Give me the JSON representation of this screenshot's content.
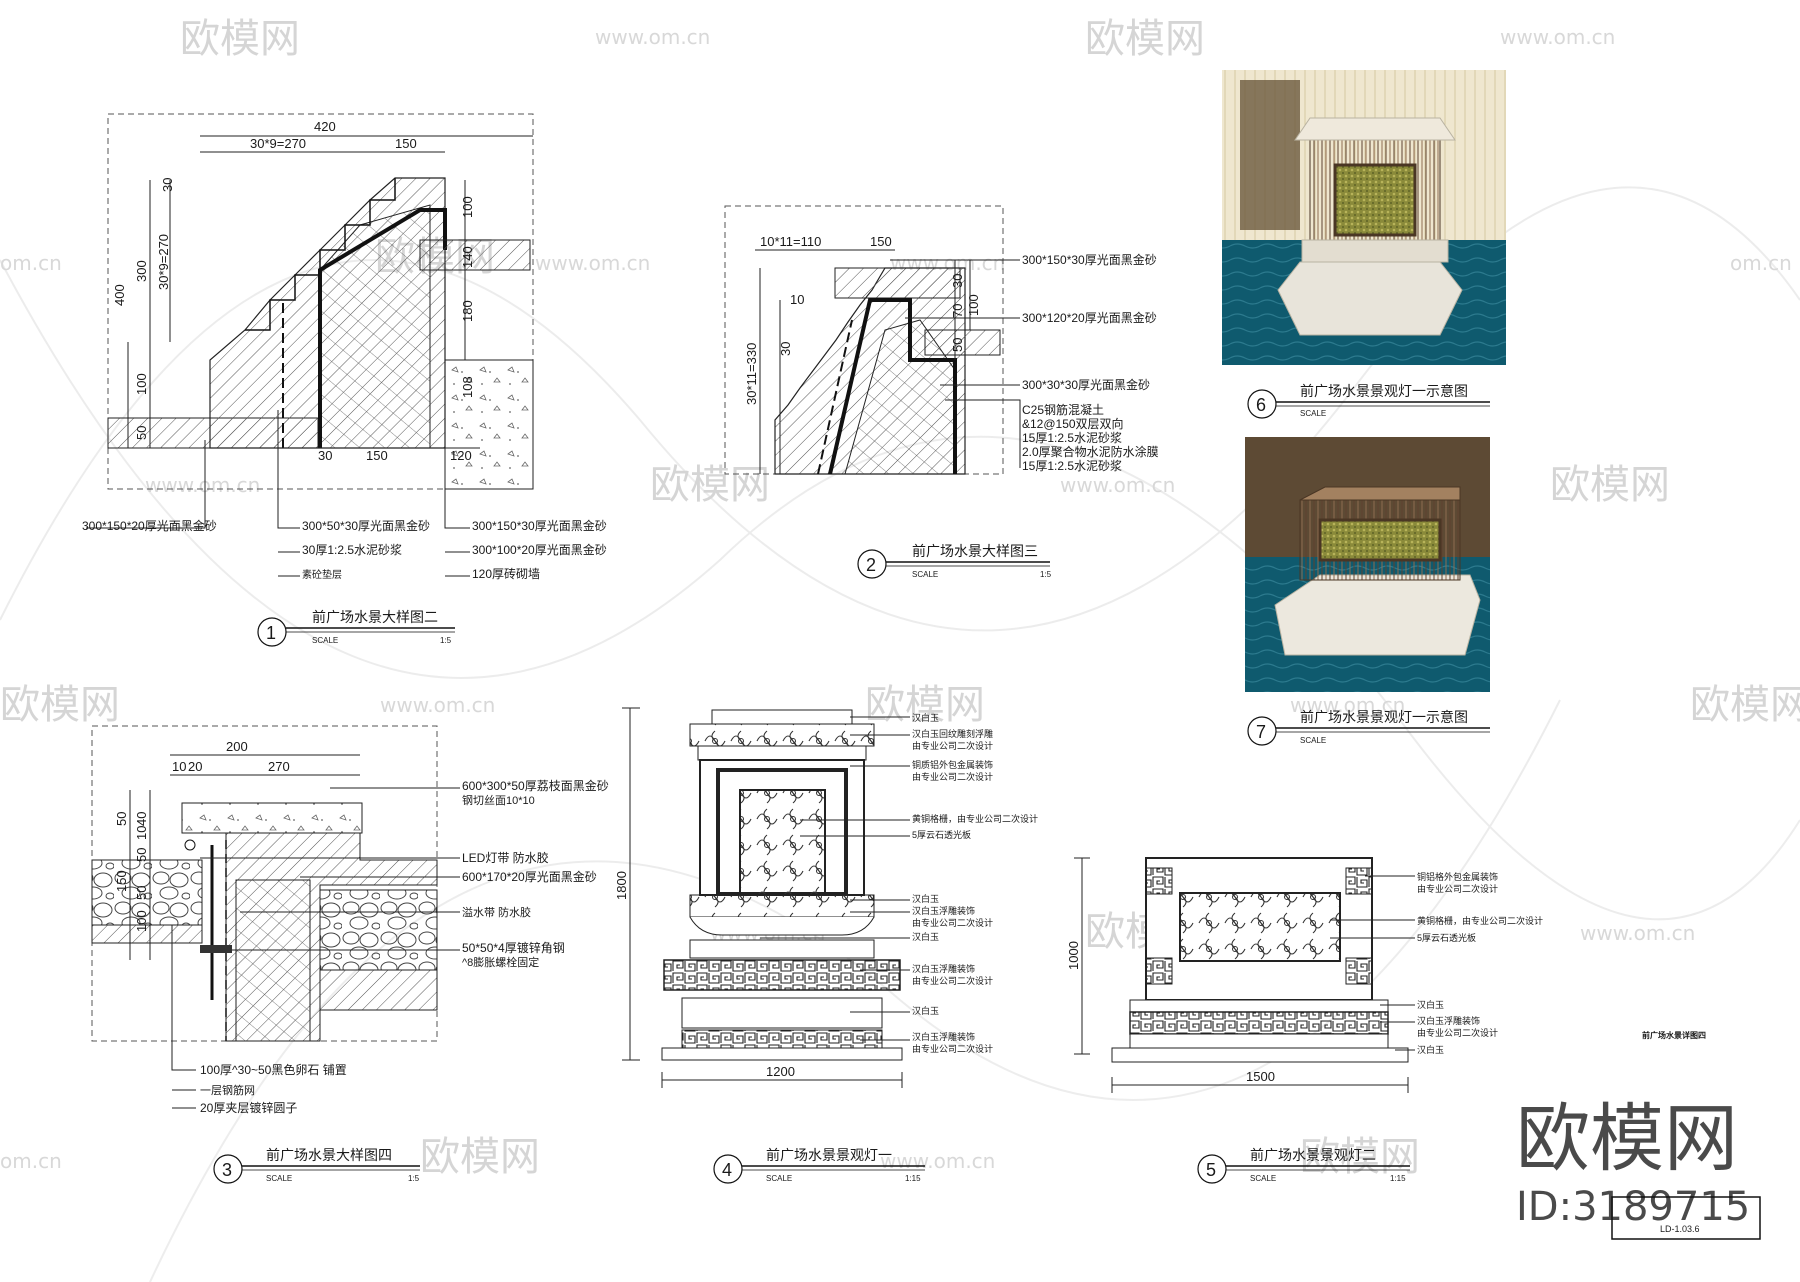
{
  "watermark": {
    "brand": "欧模网",
    "url": "www.om.cn",
    "url_short": "om.cn"
  },
  "detail_1": {
    "number": "1",
    "title": "前广场水景大样图二",
    "scale_label": "SCALE",
    "scale": "1:5",
    "dims": [
      "420",
      "30*9=270",
      "150",
      "30",
      "100",
      "400",
      "300",
      "30*9=270",
      "100",
      "50",
      "180",
      "108",
      "30",
      "150",
      "120",
      "140"
    ],
    "notes": [
      "300*150*20厚光面黑金砂",
      "300*50*30厚光面黑金砂",
      "30厚1:2.5水泥砂浆",
      "素砼垫层",
      "300*150*30厚光面黑金砂",
      "300*100*20厚光面黑金砂",
      "120厚砖砌墙"
    ]
  },
  "detail_2": {
    "number": "2",
    "title": "前广场水景大样图三",
    "scale_label": "SCALE",
    "scale": "1:5",
    "dims": [
      "10*11=110",
      "150",
      "30",
      "70",
      "100",
      "50",
      "10",
      "30",
      "30*11=330"
    ],
    "notes": [
      "300*150*30厚光面黑金砂",
      "300*120*20厚光面黑金砂",
      "300*30*30厚光面黑金砂",
      "C25钢筋混凝土",
      "&12@150双层双向",
      "15厚1:2.5水泥砂浆",
      "2.0厚聚合物水泥防水涂膜",
      "15厚1:2.5水泥砂浆"
    ]
  },
  "detail_3": {
    "number": "3",
    "title": "前广场水景大样图四",
    "scale_label": "SCALE",
    "scale": "1:5",
    "dims": [
      "200",
      "10",
      "20",
      "270",
      "50",
      "40",
      "10",
      "50",
      "150",
      "50",
      "100"
    ],
    "notes": [
      "600*300*50厚荔枝面黑金砂",
      "钢切丝面10*10",
      "LED灯带  防水胶",
      "600*170*20厚光面黑金砂",
      "溢水带  防水胶",
      "50*50*4厚镀锌角钢",
      "^8膨胀螺栓固定",
      "100厚^30~50黑色卵石  铺置",
      "一层钢筋网",
      "20厚夹层镀锌圆子"
    ]
  },
  "detail_4": {
    "number": "4",
    "title": "前广场水景景观灯一",
    "scale_label": "SCALE",
    "scale": "1:15",
    "dims": [
      "1800",
      "1200"
    ],
    "notes": [
      "汉白玉",
      "汉白玉回纹雕刻浮雕",
      "由专业公司二次设计",
      "铜质铝外包金属装饰",
      "由专业公司二次设计",
      "黄铜格栅，由专业公司二次设计",
      "5厚云石透光板",
      "汉白玉",
      "汉白玉浮雕装饰",
      "由专业公司二次设计",
      "汉白玉",
      "汉白玉浮雕装饰",
      "由专业公司二次设计",
      "汉白玉",
      "汉白玉浮雕装饰",
      "由专业公司二次设计"
    ]
  },
  "detail_5": {
    "number": "5",
    "title": "前广场水景景观灯二",
    "scale_label": "SCALE",
    "scale": "1:15",
    "dims": [
      "1000",
      "1500"
    ],
    "notes": [
      "铜铝格外包金属装饰",
      "由专业公司二次设计",
      "黄铜格栅，由专业公司二次设计",
      "5厚云石透光板",
      "汉白玉",
      "汉白玉浮雕装饰",
      "由专业公司二次设计",
      "汉白玉"
    ],
    "side_label": "前广场水景详图四"
  },
  "render_6": {
    "number": "6",
    "title": "前广场水景景观灯一示意图",
    "scale_label": "SCALE"
  },
  "render_7": {
    "number": "7",
    "title": "前广场水景景观灯一示意图",
    "scale_label": "SCALE"
  },
  "stamp": {
    "brand": "欧模网",
    "id": "ID:3189715",
    "sheet_no": "LD-1.03.6"
  },
  "colors": {
    "water": "#0f5a6e",
    "wood": "#7a5a40",
    "marble": "#e8e4da",
    "grass": "#8a8a3a",
    "line": "#1a1a1a"
  }
}
